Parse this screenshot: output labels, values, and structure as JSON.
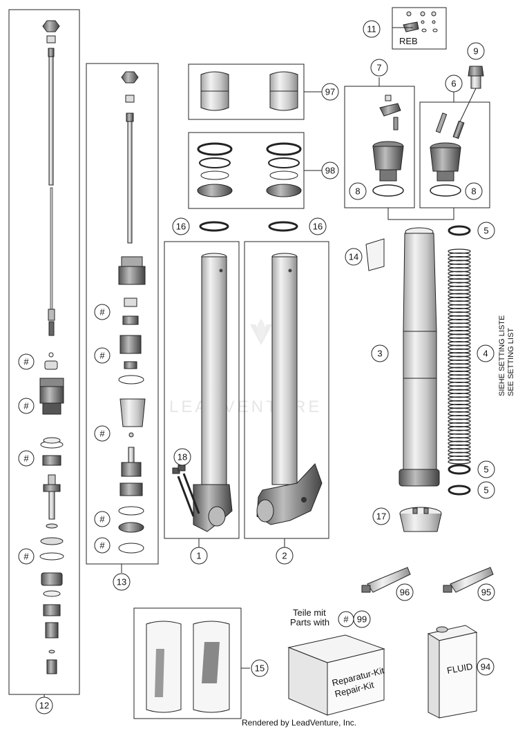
{
  "watermark": "LEADVENTURE",
  "credit": "Rendered by LeadVenture, Inc.",
  "side_text": [
    "SIEHE SETTING LISTE",
    "SEE SETTING LIST"
  ],
  "reb_label": "REB",
  "repair_text": [
    "Teile mit",
    "Parts with"
  ],
  "box_labels": [
    "Reparatur-Kit",
    "Repair-Kit"
  ],
  "can_label": "FLUID",
  "hash": "#",
  "callouts": {
    "c1": "1",
    "c2": "2",
    "c3": "3",
    "c4": "4",
    "c5a": "5",
    "c5b": "5",
    "c5c": "5",
    "c6": "6",
    "c7": "7",
    "c8a": "8",
    "c8b": "8",
    "c9": "9",
    "c11": "11",
    "c12": "12",
    "c13": "13",
    "c14": "14",
    "c15": "15",
    "c16a": "16",
    "c16b": "16",
    "c17": "17",
    "c18": "18",
    "c94": "94",
    "c95": "95",
    "c96": "96",
    "c97": "97",
    "c98": "98",
    "c99": "99"
  }
}
